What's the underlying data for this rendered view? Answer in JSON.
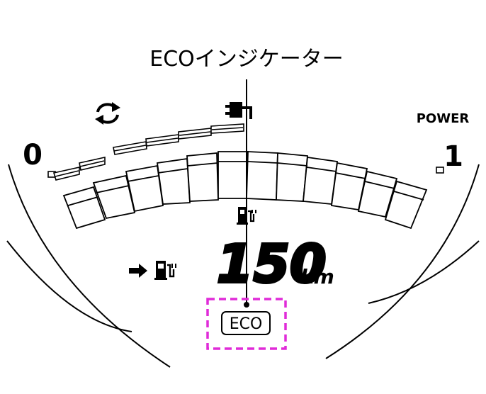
{
  "callout": {
    "label": "ECOインジケーター"
  },
  "gauge": {
    "scale_min_label": "0",
    "scale_max_label": "1",
    "power_label": "POWER"
  },
  "range": {
    "value": "150",
    "unit": "km"
  },
  "eco_indicator": {
    "label": "ECO"
  },
  "icons": {
    "regen_arrows": "circular-arrows-icon",
    "charging_plug": "charging-plug-icon",
    "fuel_pump_plug": "fuel-pump-plug-icon",
    "range_arrow": "arrow-right-icon"
  },
  "colors": {
    "line": "#000000",
    "highlight": "#e02bd8",
    "background": "#ffffff"
  }
}
